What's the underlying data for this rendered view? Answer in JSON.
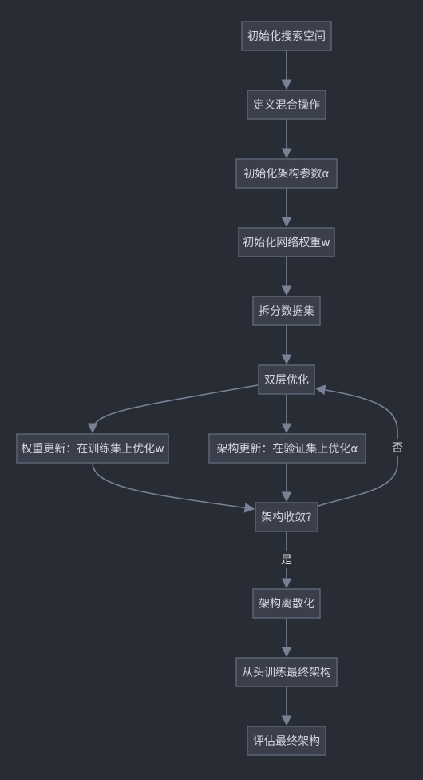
{
  "diagram": {
    "nodes": {
      "init_search_space": "初始化搜索空间",
      "define_mixed_ops": "定义混合操作",
      "init_arch_params": "初始化架构参数α",
      "init_net_weights": "初始化网络权重w",
      "split_dataset": "拆分数据集",
      "bilevel_opt": "双层优化",
      "weight_update": "权重更新：在训练集上优化w",
      "arch_update": "架构更新：在验证集上优化α",
      "arch_converged": "架构收敛?",
      "arch_discretize": "架构离散化",
      "retrain_final": "从头训练最终架构",
      "evaluate_final": "评估最终架构"
    },
    "edge_labels": {
      "yes": "是",
      "no": "否"
    }
  },
  "colors": {
    "background": "#282c34",
    "node_fill": "#3a3f4b",
    "node_border": "#5d6475",
    "edge": "#7a8196",
    "text": "#d4d7de"
  }
}
